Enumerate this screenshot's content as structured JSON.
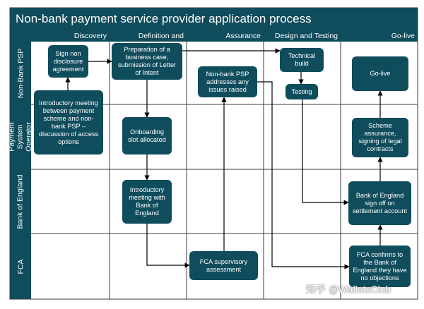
{
  "title": "Non-bank payment service provider application process",
  "phases": [
    "Discovery",
    "Definition and Planning",
    "Assurance",
    "Design and Testing",
    "Go-live"
  ],
  "lanes": [
    "Non-Bank PSP",
    "Payment System Operator",
    "Bank of England",
    "FCA"
  ],
  "steps": {
    "sign_nda": "Sign non disclosure agreement",
    "intro_meeting_scheme": "Introductory meeting between payment scheme and non-bank PSP – discussion of access options",
    "business_case": "Preparation of a business case, submission of Letter of Intent",
    "onboarding_slot": "Onboarding slot allocated",
    "intro_meeting_boe": "Introductory meeting with Bank of England",
    "address_issues": "Non-bank PSP addresses any issues raised",
    "fca_assessment": "FCA supervisory assessment",
    "technical_build": "Technical build",
    "testing": "Testing",
    "go_live": "Go-live",
    "scheme_assurance": "Scheme assurance, signing of legal contracts",
    "boe_signoff": "Bank of England sign off on settlement account",
    "fca_confirms": "FCA confirms to the Bank of England they have no objections"
  },
  "watermark": "知乎 @WalletsClub",
  "colors": {
    "box_fill": "#0f4c5c",
    "grid": "#3a3a3a",
    "text_on_box": "#ffffff"
  }
}
